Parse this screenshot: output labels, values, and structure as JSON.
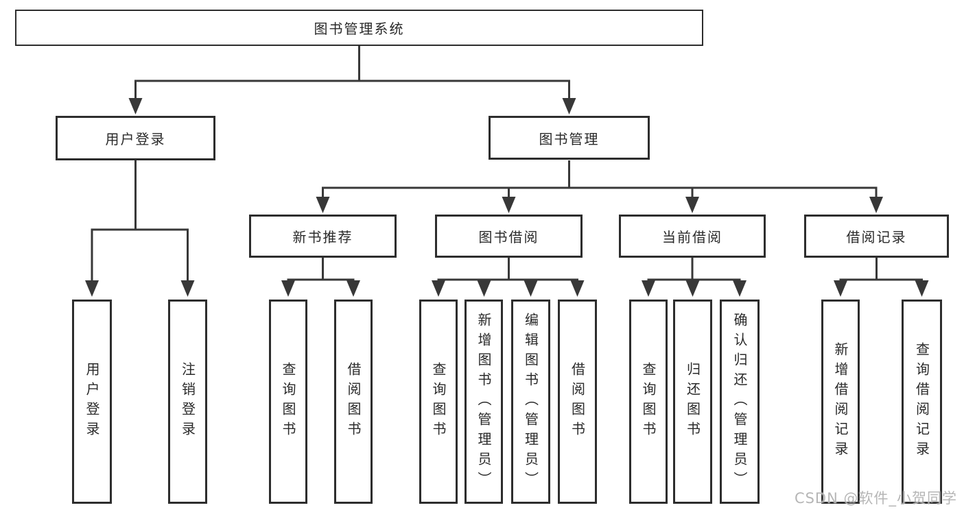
{
  "tree": {
    "label": "图书管理系统",
    "children": [
      {
        "label": "用户登录",
        "children": [
          {
            "label": "用户登录"
          },
          {
            "label": "注销登录"
          }
        ]
      },
      {
        "label": "图书管理",
        "children": [
          {
            "label": "新书推荐",
            "children": [
              {
                "label": "查询图书"
              },
              {
                "label": "借阅图书"
              }
            ]
          },
          {
            "label": "图书借阅",
            "children": [
              {
                "label": "查询图书"
              },
              {
                "label": "新增图书（管理员）"
              },
              {
                "label": "编辑图书（管理员）"
              },
              {
                "label": "借阅图书"
              }
            ]
          },
          {
            "label": "当前借阅",
            "children": [
              {
                "label": "查询图书"
              },
              {
                "label": "归还图书"
              },
              {
                "label": "确认归还（管理员）"
              }
            ]
          },
          {
            "label": "借阅记录",
            "children": [
              {
                "label": "新增借阅记录"
              },
              {
                "label": "查询借阅记录"
              }
            ]
          }
        ]
      }
    ]
  },
  "watermark": {
    "text": "CSDN @软件_小贺同学"
  },
  "colors": {
    "line": "#383838",
    "box_border": "#2d2d2d",
    "box_fill": "#ffffff",
    "text": "#2a2a2a",
    "watermark": "#b0b0b0",
    "background": "#ffffff"
  }
}
